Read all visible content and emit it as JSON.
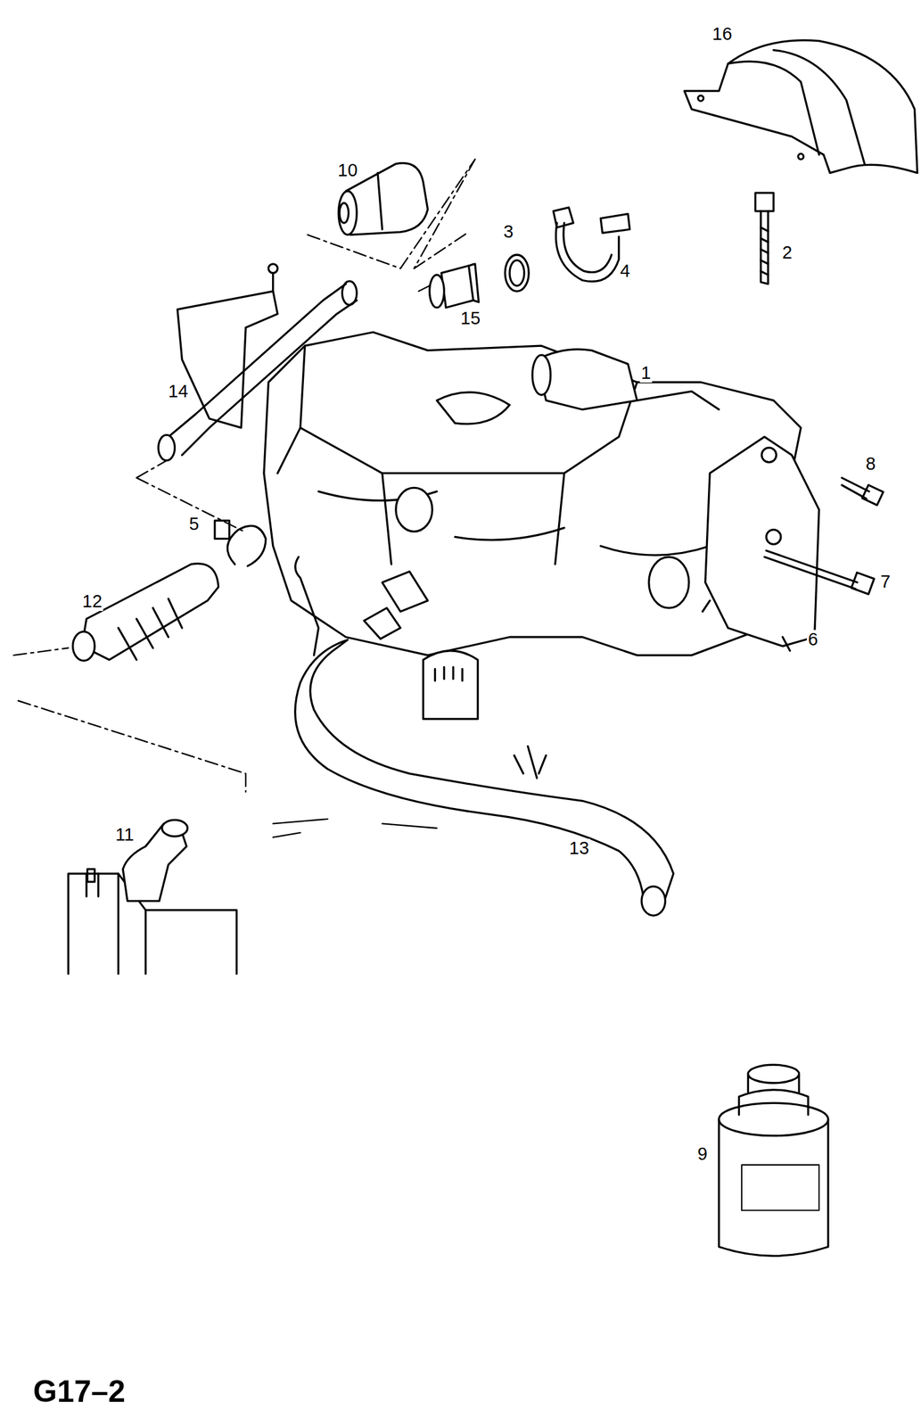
{
  "diagram": {
    "labels": [
      "16",
      "10",
      "3",
      "4",
      "2",
      "15",
      "1",
      "14",
      "8",
      "5",
      "7",
      "12",
      "6",
      "13",
      "11",
      "9",
      "G17–2"
    ]
  }
}
